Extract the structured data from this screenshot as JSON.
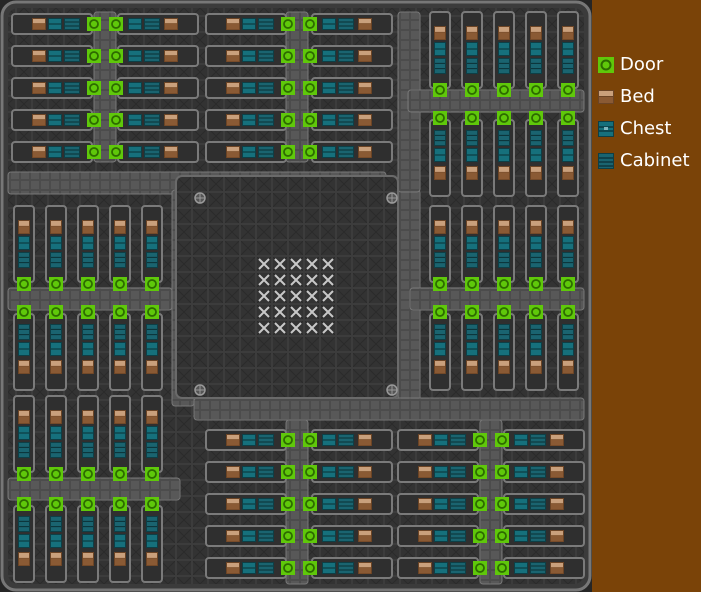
{
  "legend": {
    "items": [
      {
        "key": "door",
        "label": "Door",
        "icon": "door-icon",
        "color": "#5fc80a"
      },
      {
        "key": "bed",
        "label": "Bed",
        "icon": "bed-icon",
        "color": "#8a5a34"
      },
      {
        "key": "chest",
        "label": "Chest",
        "icon": "chest-icon",
        "color": "#16707c"
      },
      {
        "key": "cabinet",
        "label": "Cabinet",
        "icon": "cabinet-icon",
        "color": "#16707c"
      }
    ]
  },
  "colors": {
    "background": "#7a4308",
    "wall": "#2b2b2b",
    "floor": "#3a3a3a",
    "corridor": "#5e5e5e",
    "door": "#5fc80a",
    "bed": "#8a5a34",
    "chest": "#16707c",
    "cabinet": "#1a6470"
  },
  "map": {
    "marker_grid": {
      "rows": 5,
      "cols": 5,
      "icon": "x-marker-icon"
    }
  }
}
